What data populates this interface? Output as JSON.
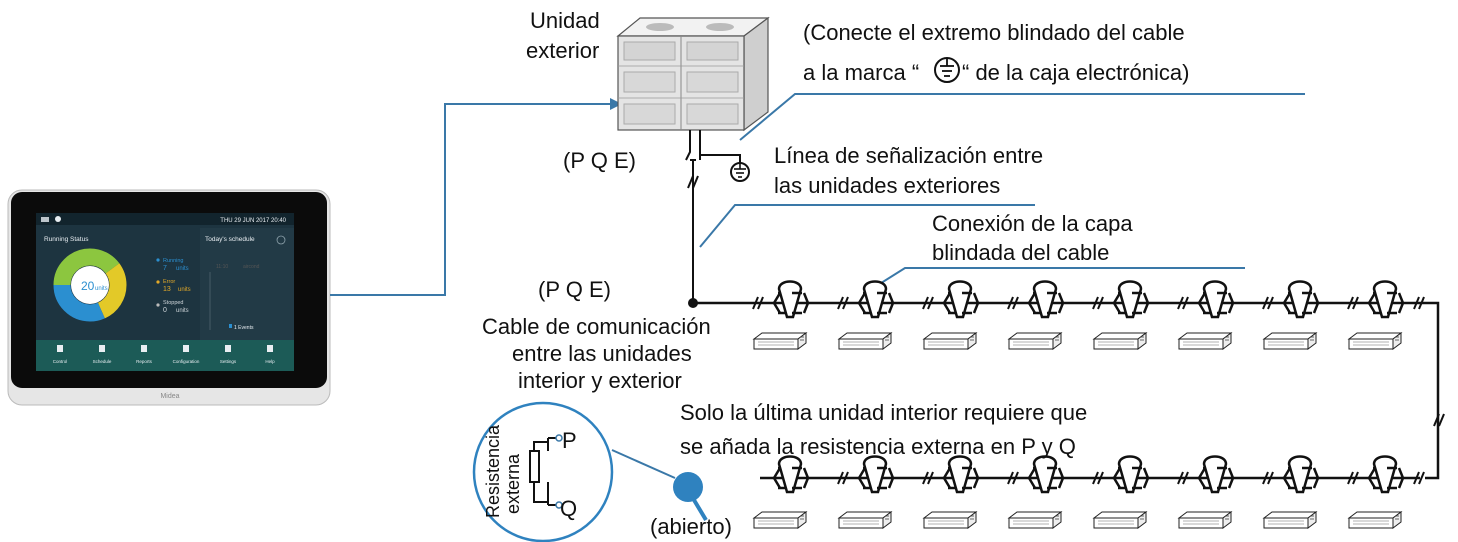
{
  "labels": {
    "outdoor_unit_line1": "Unidad",
    "outdoor_unit_line2": "exterior",
    "shield_note_line1": "(Conecte el extremo blindado del cable",
    "shield_note_line2_a": "a la marca “",
    "shield_note_line2_b": "“ de la caja electrónica)",
    "pqe_top": "(P Q E)",
    "pqe_mid": "(P Q E)",
    "signal_line1": "Línea de señalización entre",
    "signal_line2": "las unidades exteriores",
    "shield_conn_line1": "Conexión de la capa",
    "shield_conn_line2": "blindada del cable",
    "comm_line1": "Cable de comunicación",
    "comm_line2": "entre las unidades",
    "comm_line3": "interior y exterior",
    "last_unit_line1": "Solo la última unidad interior requiere que",
    "last_unit_line2": "se añada la resistencia externa en P y Q",
    "open": "(abierto)",
    "resistor_line1": "Resistencia",
    "resistor_line2": "externa",
    "terminal_p": "P",
    "terminal_q": "Q"
  },
  "controller": {
    "brand": "Midea",
    "date": "THU  29  JUN  2017  20:40",
    "running_status": "Running Status",
    "todays_schedule": "Today's schedule",
    "center_value": "20",
    "center_unit": "units",
    "running_label": "Running",
    "running_value": "7",
    "error_label": "Error",
    "error_value": "13",
    "stopped_label": "Stopped",
    "stopped_value": "0",
    "units_word": "units",
    "schedule_time": "11:10",
    "schedule_item": "aircond",
    "events": "1 Events",
    "nav": [
      "Control",
      "Schedule",
      "Reports",
      "Configuration",
      "Settings",
      "Help"
    ]
  },
  "colors": {
    "line": "#3a78a8",
    "wire": "#111111",
    "bubble": "#2f82bf",
    "screen_bg": "#1d3440",
    "nav_bg": "#1c5b57",
    "donut_green": "#8cc63f",
    "donut_yellow": "#e3c928",
    "donut_blue": "#2b8fd0"
  }
}
